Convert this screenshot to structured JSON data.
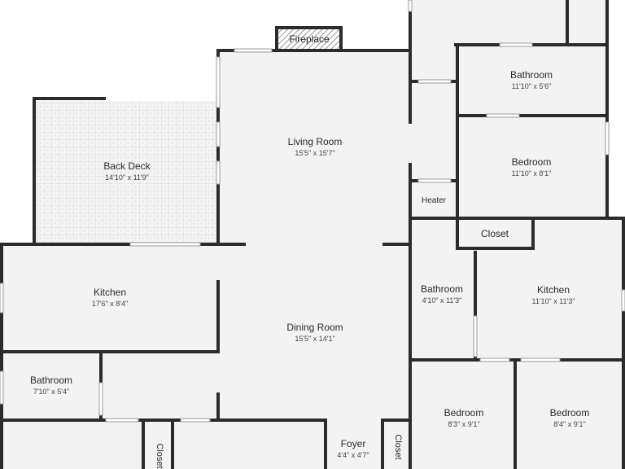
{
  "colors": {
    "wall": "#2b2b2b",
    "floor": "#f3f3f3",
    "deck_tile": "#e6e6e6",
    "window": "#ffffff"
  },
  "rooms": {
    "fireplace": {
      "name": "Fireplace"
    },
    "back_deck": {
      "name": "Back Deck",
      "dims": "14'10\" x 11'9\""
    },
    "living_room": {
      "name": "Living Room",
      "dims": "15'5\" x 15'7\""
    },
    "bathroom_top": {
      "name": "Bathroom",
      "dims": "11'10\" x 5'6\""
    },
    "bedroom_top": {
      "name": "Bedroom",
      "dims": "11'10\" x 8'1\""
    },
    "heater": {
      "name": "Heater"
    },
    "closet_mid": {
      "name": "Closet"
    },
    "kitchen_left": {
      "name": "Kitchen",
      "dims": "17'6\" x 8'4\""
    },
    "dining_room": {
      "name": "Dining Room",
      "dims": "15'5\" x 14'1\""
    },
    "bathroom_mid": {
      "name": "Bathroom",
      "dims": "4'10\" x 11'3\""
    },
    "kitchen_right": {
      "name": "Kitchen",
      "dims": "11'10\" x 11'3\""
    },
    "bathroom_left": {
      "name": "Bathroom",
      "dims": "7'10\" x 5'4\""
    },
    "bedroom_bl": {
      "name": "Bedroom",
      "dims": "8'3\" x 9'1\""
    },
    "bedroom_br": {
      "name": "Bedroom",
      "dims": "8'4\" x 9'1\""
    },
    "foyer": {
      "name": "Foyer",
      "dims": "4'4\" x 4'7\""
    },
    "closet_left": {
      "name": "Closet"
    },
    "closet_right": {
      "name": "Closet"
    }
  }
}
